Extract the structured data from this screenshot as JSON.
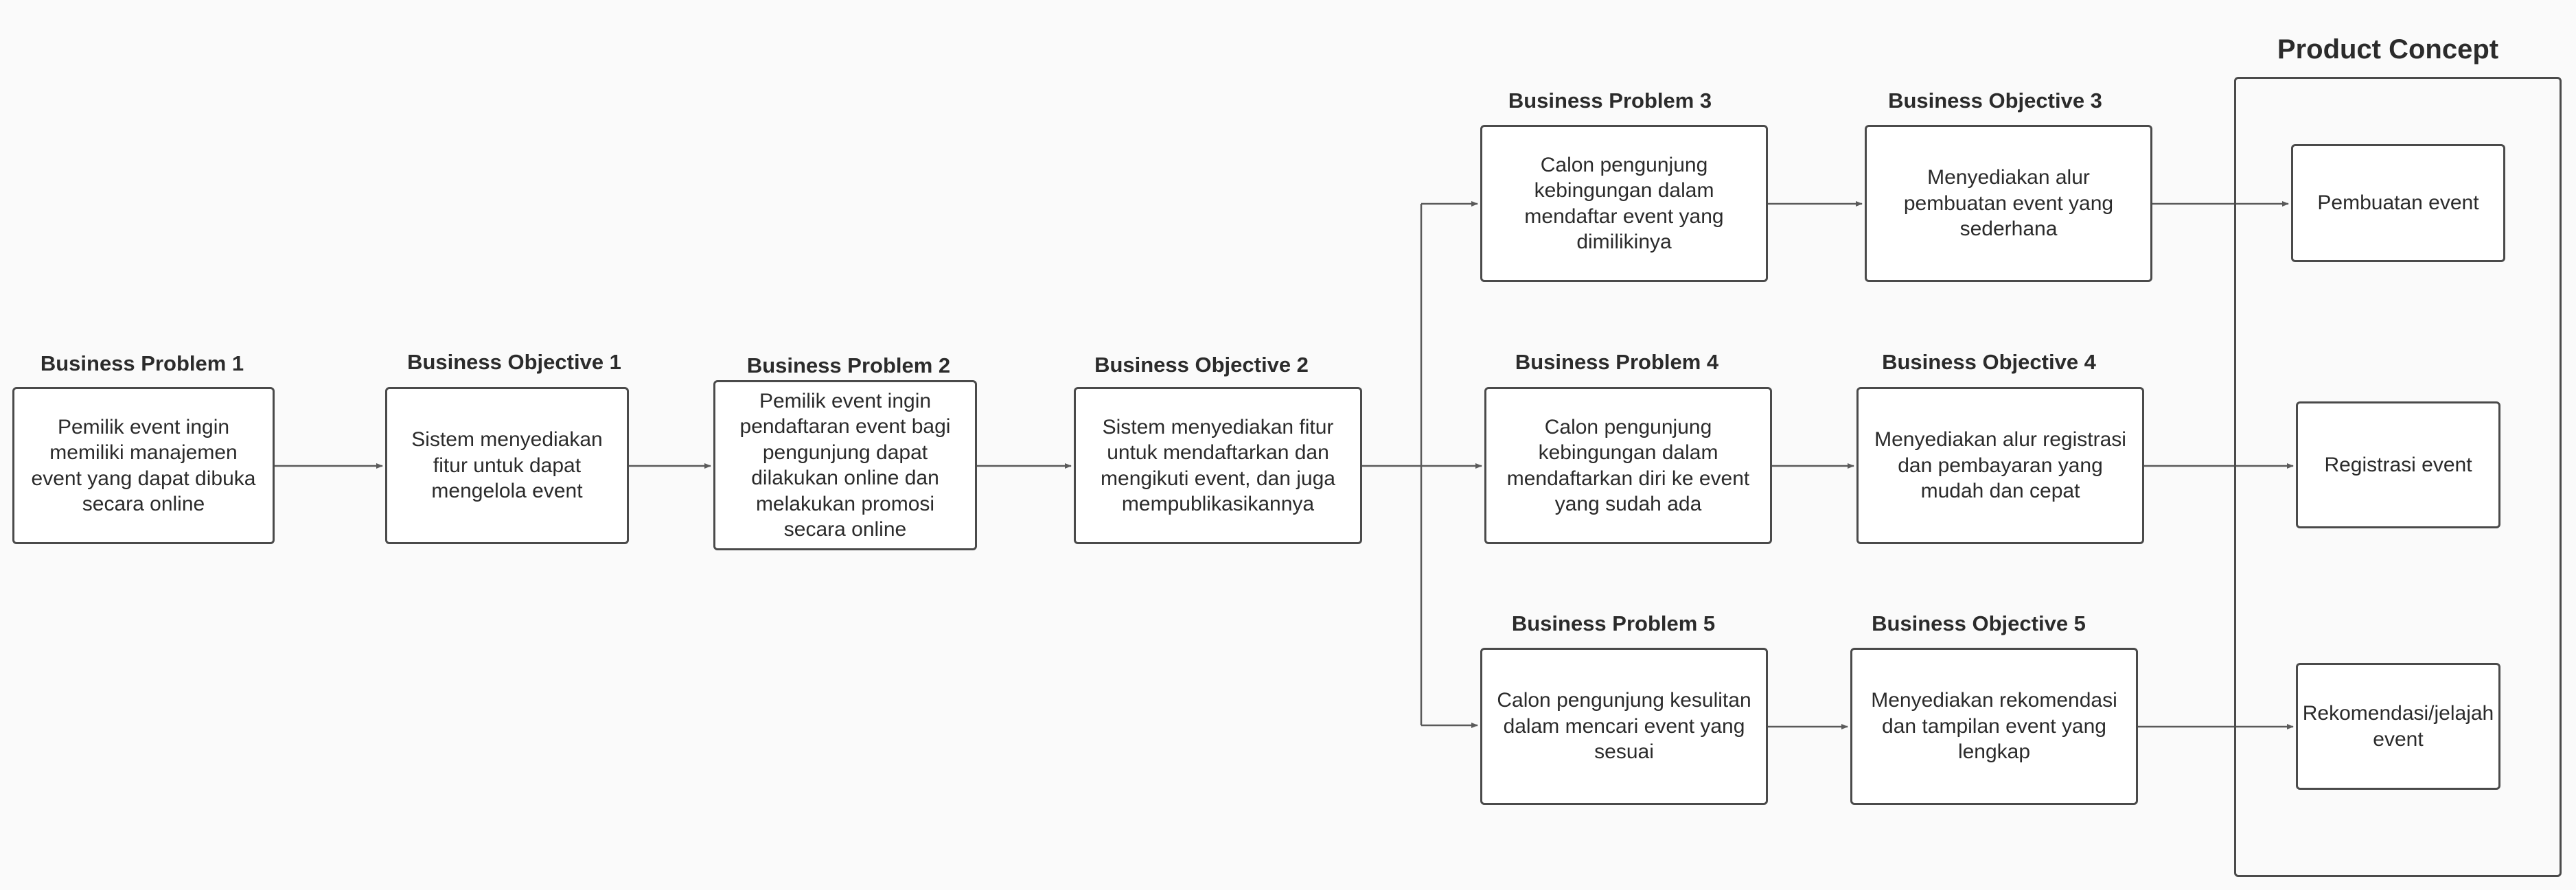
{
  "diagram": {
    "problems": [
      {
        "label": "Business Problem 1",
        "text": "Pemilik event ingin memiliki manajemen event yang dapat dibuka secara online"
      },
      {
        "label": "Business Problem 2",
        "text": "Pemilik event ingin pendaftaran event bagi pengunjung dapat dilakukan online dan melakukan promosi secara online"
      },
      {
        "label": "Business Problem 3",
        "text": "Calon pengunjung kebingungan dalam mendaftar event yang dimilikinya"
      },
      {
        "label": "Business Problem 4",
        "text": "Calon pengunjung kebingungan dalam mendaftarkan diri ke event yang sudah ada"
      },
      {
        "label": "Business Problem 5",
        "text": "Calon pengunjung kesulitan dalam mencari event yang sesuai"
      }
    ],
    "objectives": [
      {
        "label": "Business Objective 1",
        "text": "Sistem menyediakan fitur untuk dapat mengelola event"
      },
      {
        "label": "Business Objective 2",
        "text": "Sistem menyediakan fitur untuk mendaftarkan dan mengikuti event, dan juga mempublikasikannya"
      },
      {
        "label": "Business Objective 3",
        "text": "Menyediakan alur pembuatan event yang sederhana"
      },
      {
        "label": "Business Objective 4",
        "text": "Menyediakan alur registrasi dan pembayaran yang mudah dan cepat"
      },
      {
        "label": "Business Objective 5",
        "text": "Menyediakan rekomendasi dan tampilan event yang lengkap"
      }
    ],
    "product_concept": {
      "title": "Product Concept",
      "items": [
        "Pembuatan event",
        "Registrasi event",
        "Rekomendasi/jelajah event"
      ]
    },
    "colors": {
      "background": "#fafafa",
      "box_border": "#4a4a4a",
      "box_fill": "#ffffff",
      "connector": "#5a5a5a",
      "text": "#2b2b2b"
    }
  }
}
